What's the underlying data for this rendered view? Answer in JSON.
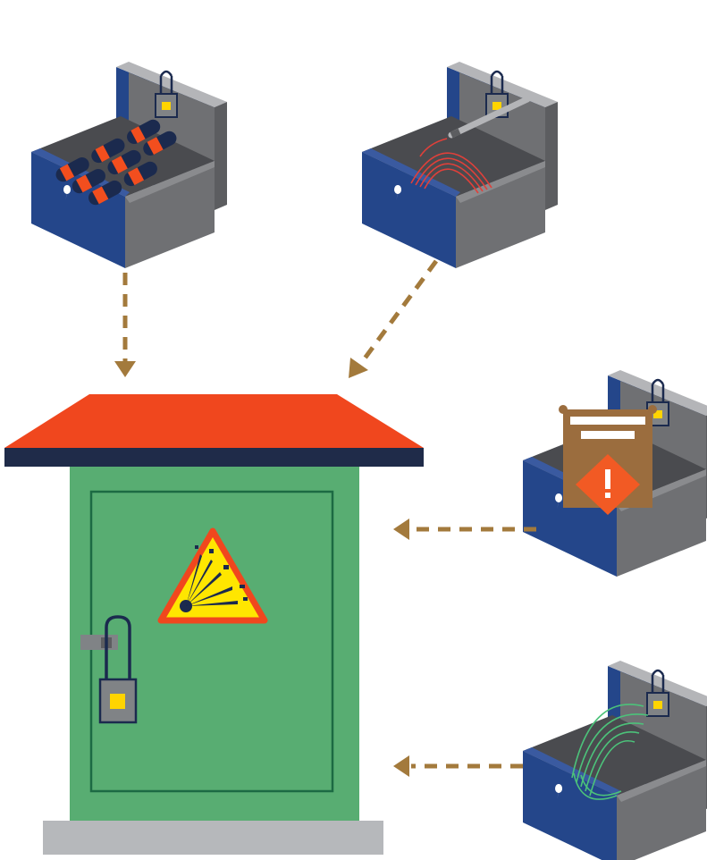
{
  "colors": {
    "box_blue": "#24468a",
    "box_gray": "#6f7073",
    "box_light": "#8a8b8e",
    "box_lid_top": "#b4b5b8",
    "lock_gray": "#808386",
    "lock_yellow": "#ffd400",
    "dynamite_red": "#f24e1e",
    "dynamite_navy": "#1b2a4e",
    "detcord_red": "#e0403a",
    "wire_green": "#4cc27a",
    "package_brown": "#9b6d3e",
    "warning_orange": "#f25a24",
    "arrow_brown": "#a37a3c",
    "roof_red": "#f0471e",
    "roof_band": "#1f2b49",
    "magazine_green": "#58ad72",
    "magazine_border": "#1c6a43",
    "base_gray": "#b6b8bb",
    "explosive_yellow": "#ffe600"
  },
  "items": [
    {
      "id": "dynamite-box",
      "icon": "dynamite-icon"
    },
    {
      "id": "detonating-cord-box",
      "icon": "detonating-cord-icon"
    },
    {
      "id": "package-box",
      "icon": "hazard-package-icon"
    },
    {
      "id": "wire-box",
      "icon": "wire-coil-icon"
    }
  ],
  "magazine": {
    "icon": "explosive-hazard-icon",
    "lock_icon": "padlock-icon"
  }
}
